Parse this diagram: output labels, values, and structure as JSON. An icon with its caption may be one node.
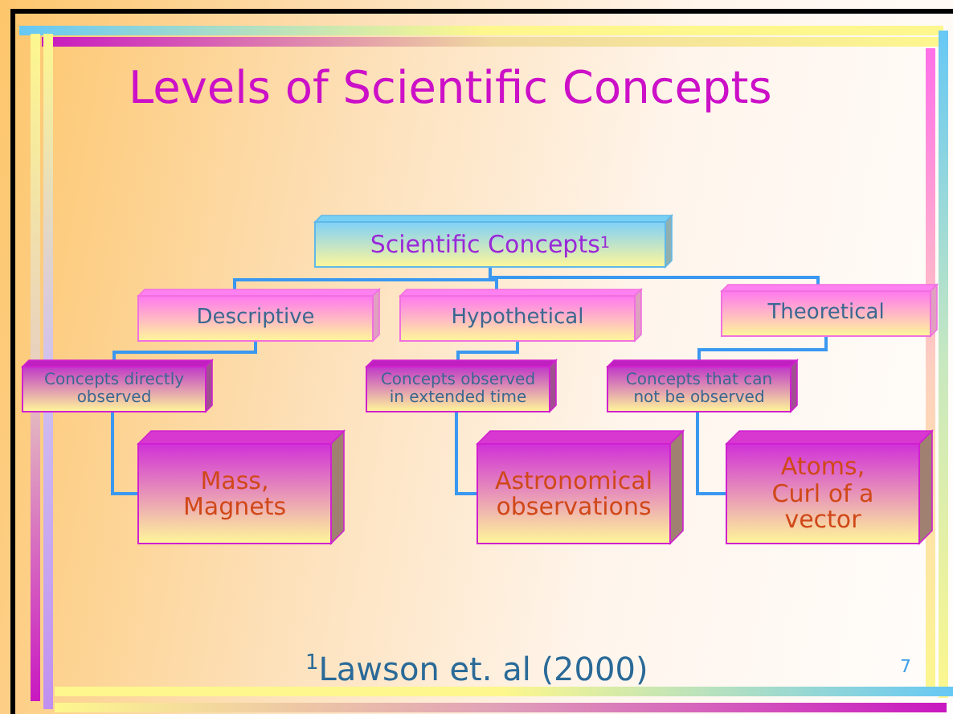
{
  "diagram": {
    "title": "Levels of Scientific Concepts",
    "nodes": [
      {
        "text": [
          "Scientific Concepts$^{1}$"
        ]
      },
      {
        "text": [
          "Descriptive"
        ]
      },
      {
        "text": [
          "Hypothetical"
        ]
      },
      {
        "text": [
          "Theoretical"
        ]
      },
      {
        "text": [
          "Concepts directly observed"
        ]
      },
      {
        "text": [
          "Concepts observed in extended time"
        ]
      },
      {
        "text": [
          "Concepts that can not be observed"
        ]
      },
      {
        "text": [
          "Mass, Magnets"
        ]
      },
      {
        "text": [
          "Astronomical observations"
        ]
      },
      {
        "text": [
          "Atoms, Curl of a vector"
        ]
      }
    ],
    "edges": [
      {
        "from": 0,
        "to": 1,
        "arrow": "none"
      },
      {
        "from": 0,
        "to": 2,
        "arrow": "none"
      },
      {
        "from": 0,
        "to": 3,
        "arrow": "none"
      },
      {
        "from": 1,
        "to": 4,
        "arrow": "none"
      },
      {
        "from": 2,
        "to": 5,
        "arrow": "none"
      },
      {
        "from": 3,
        "to": 6,
        "arrow": "none"
      },
      {
        "from": 4,
        "to": 7,
        "arrow": "none"
      },
      {
        "from": 5,
        "to": 8,
        "arrow": "none"
      },
      {
        "from": 6,
        "to": 9,
        "arrow": "none"
      }
    ],
    "labels": [
      "$^{1}$Lawson et. al (2000)",
      "7"
    ]
  }
}
